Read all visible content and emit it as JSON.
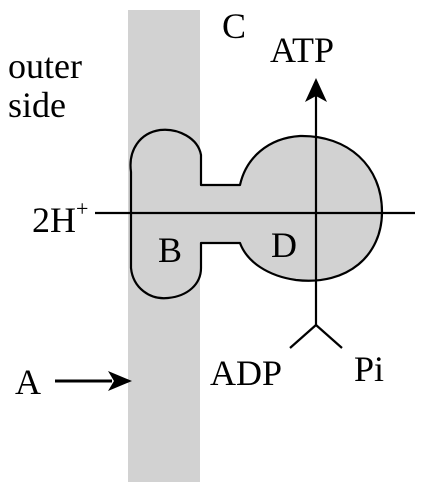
{
  "labels": {
    "outer_line1": "outer",
    "outer_line2": "side",
    "c": "C",
    "atp": "ATP",
    "proton": "2H",
    "proton_sup": "+",
    "b": "B",
    "d": "D",
    "a": "A",
    "adp": "ADP",
    "pi": "Pi"
  },
  "colors": {
    "membrane": "#d2d2d2",
    "enzyme": "#d2d2d2",
    "stroke": "#000000"
  }
}
